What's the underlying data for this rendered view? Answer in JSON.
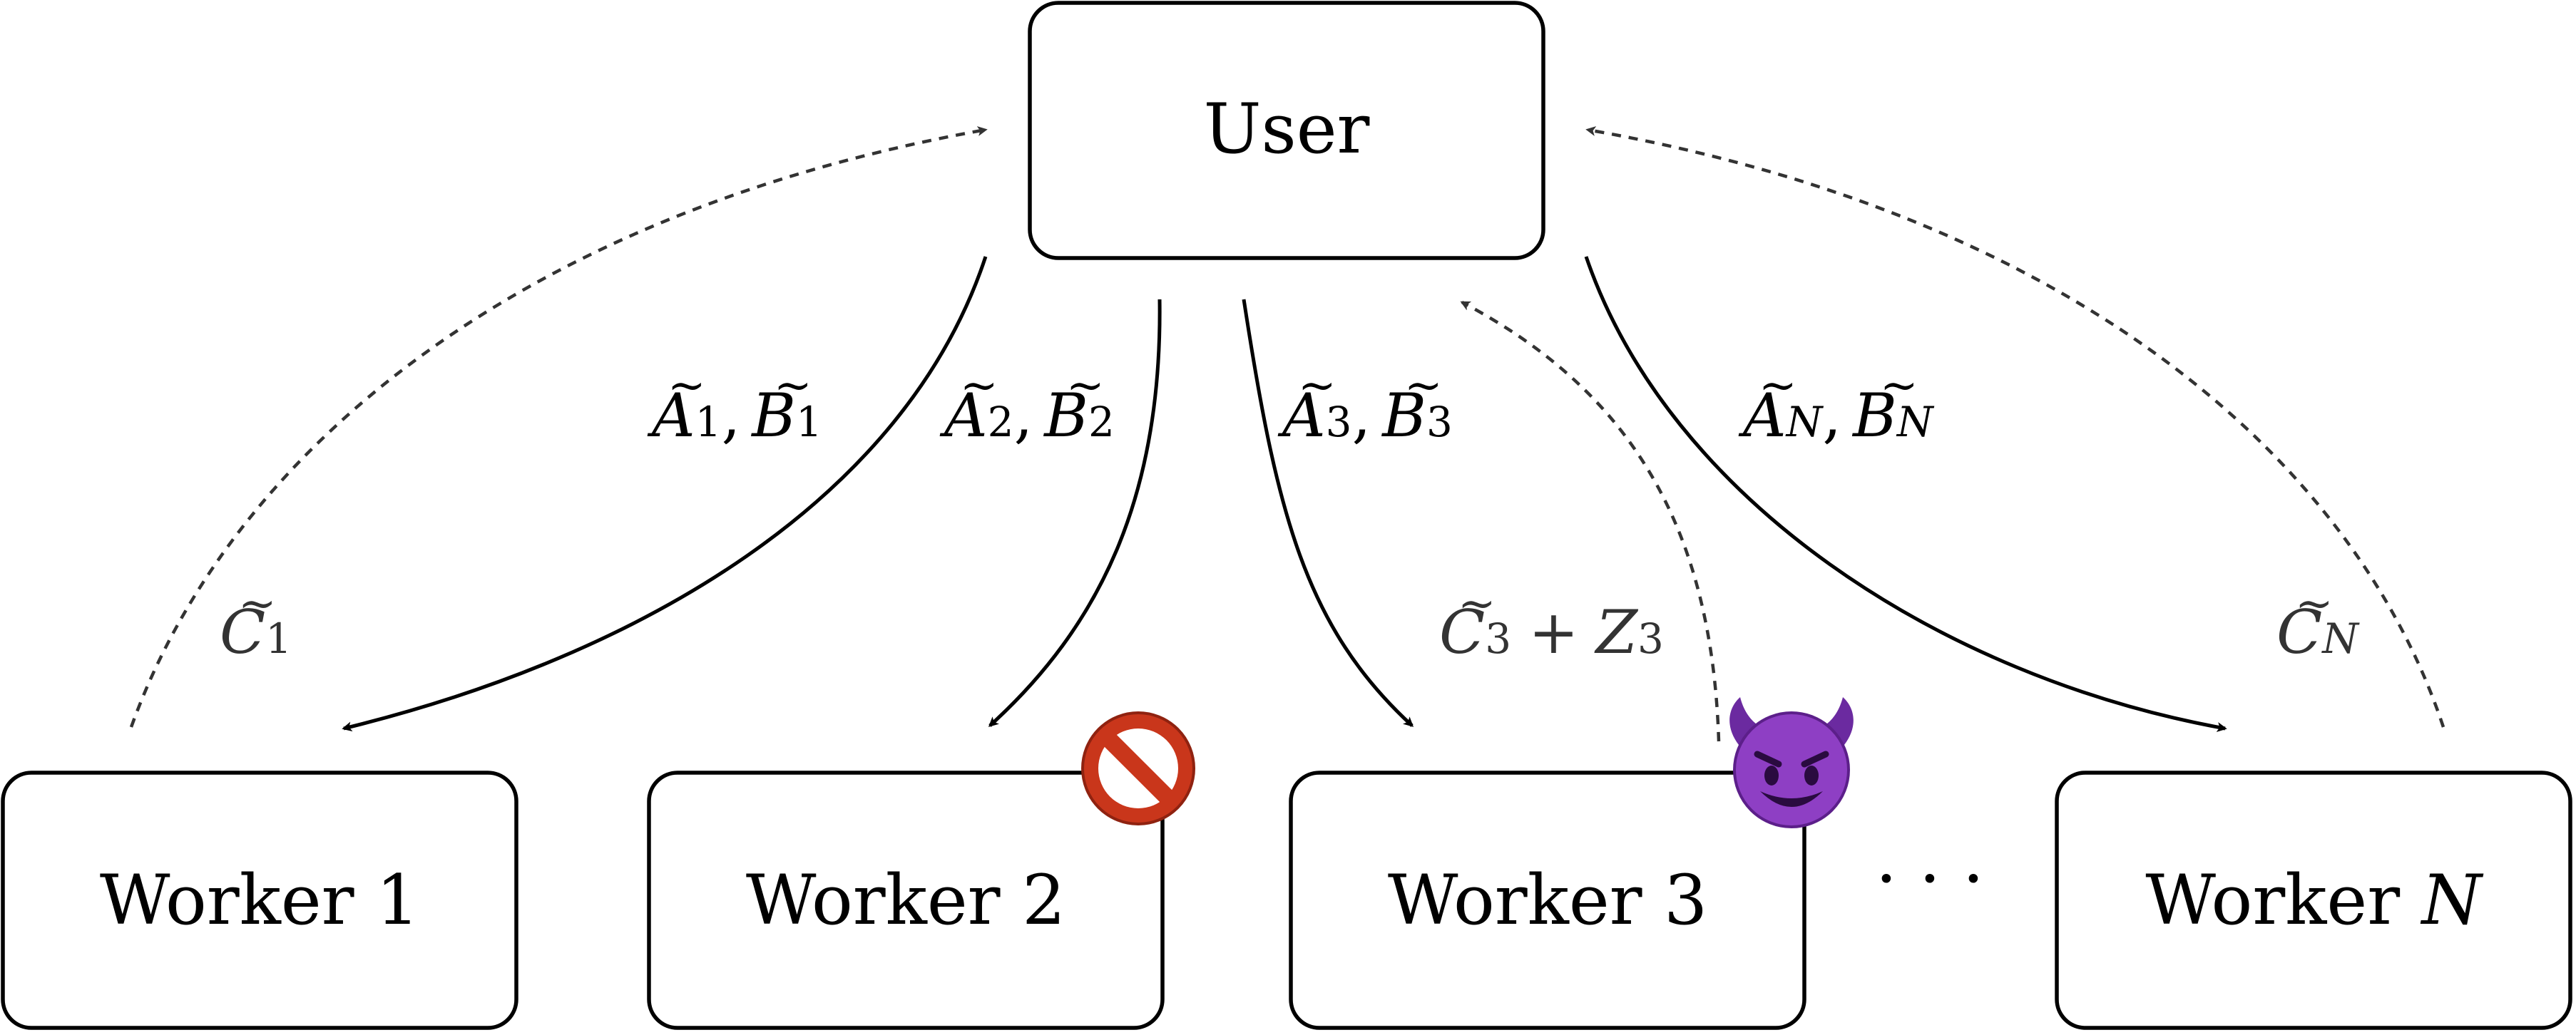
{
  "nodes": {
    "user": {
      "label": "User"
    },
    "worker1": {
      "label": "Worker 1"
    },
    "worker2": {
      "label": "Worker 2",
      "badge": "prohibited-icon"
    },
    "worker3": {
      "label": "Worker 3",
      "badge": "smiling-devil-icon"
    },
    "workerN": {
      "label_text": "Worker ",
      "label_var": "N"
    },
    "ellipsis": "· · ·"
  },
  "edges": {
    "to_worker1": {
      "var_a": "A",
      "sub_a": "1",
      "sep": ",",
      "var_b": "B",
      "sub_b": "1"
    },
    "to_worker2": {
      "var_a": "A",
      "sub_a": "2",
      "sep": ",",
      "var_b": "B",
      "sub_b": "2"
    },
    "to_worker3": {
      "var_a": "A",
      "sub_a": "3",
      "sep": ",",
      "var_b": "B",
      "sub_b": "3"
    },
    "to_workerN": {
      "var_a": "A",
      "sub_a": "N",
      "sep": ",",
      "var_b": "B",
      "sub_b": "N"
    },
    "from_worker1": {
      "var": "C",
      "sub": "1"
    },
    "from_worker3": {
      "var": "C",
      "sub": "3",
      "plus": "+",
      "noise_var": "Z",
      "noise_sub": "3"
    },
    "from_workerN": {
      "var": "C",
      "sub": "N"
    },
    "tilde": "~"
  },
  "colors": {
    "stroke": "#000000",
    "dashed": "#333333",
    "prohibited_red": "#d13a1e",
    "devil_purple": "#8e3fc4"
  }
}
